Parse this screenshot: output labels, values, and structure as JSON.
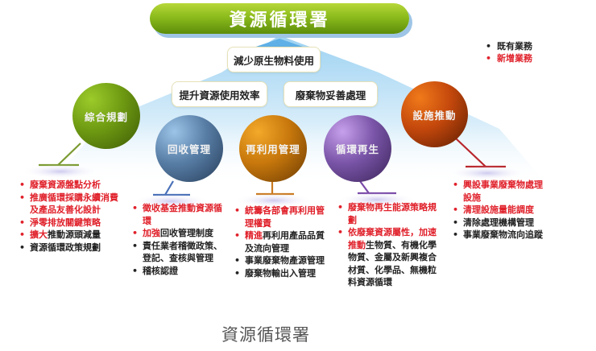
{
  "title": "資源循環署",
  "goals": {
    "top": "減少原生物料使用",
    "left": "提升資源使用效率",
    "right": "廢棄物妥善處理"
  },
  "legend": {
    "existing": "既有業務",
    "new": "新增業務",
    "existing_color": "#222222",
    "new_color": "#e0202a"
  },
  "pillars": [
    {
      "label": "綜合規劃",
      "color": "#5f8a0e",
      "items": [
        {
          "red": "廢棄資源盤點分析",
          "black": ""
        },
        {
          "red": "推廣循環採購永續消費及產品友善化設計",
          "black": ""
        },
        {
          "red": "淨零排放關鍵策略",
          "black": ""
        },
        {
          "red": "擴大",
          "black": "推動源頭減量"
        },
        {
          "red": "",
          "black": "資源循環政策規劃"
        }
      ]
    },
    {
      "label": "回收管理",
      "color": "#4a6f93",
      "items": [
        {
          "red": "徵收基金推動資源循環",
          "black": ""
        },
        {
          "red": "加強",
          "black": "回收管理制度"
        },
        {
          "red": "",
          "black": "責任業者稽徵政策、登記、查核與管理"
        },
        {
          "red": "",
          "black": "稽核認證"
        }
      ]
    },
    {
      "label": "再利用管理",
      "color": "#c8780c",
      "items": [
        {
          "red": "統籌各部會再利用管理權責",
          "black": ""
        },
        {
          "red": "精進",
          "black": "再利用產品品質及流向管理"
        },
        {
          "red": "",
          "black": "事業廢棄物產源管理"
        },
        {
          "red": "",
          "black": "廢棄物輸出入管理"
        }
      ]
    },
    {
      "label": "循環再生",
      "color": "#6a4a95",
      "items": [
        {
          "red": "廢棄物再生能源策略規劃",
          "black": ""
        },
        {
          "red": "依廢棄資源屬性，加速推動",
          "black": "生物質、有機化學物質、金屬及新興複合材質、化學品、無機粒料資源循環"
        }
      ]
    },
    {
      "label": "設施推動",
      "color": "#c4480c",
      "items": [
        {
          "red": "興設事業廢棄物處理設施",
          "black": ""
        },
        {
          "red": "清理設施量能調度",
          "black": ""
        },
        {
          "red": "",
          "black": "清除處理機構管理"
        },
        {
          "red": "",
          "black": "事業廢棄物流向追蹤"
        }
      ]
    }
  ],
  "footer": "資源循環署"
}
